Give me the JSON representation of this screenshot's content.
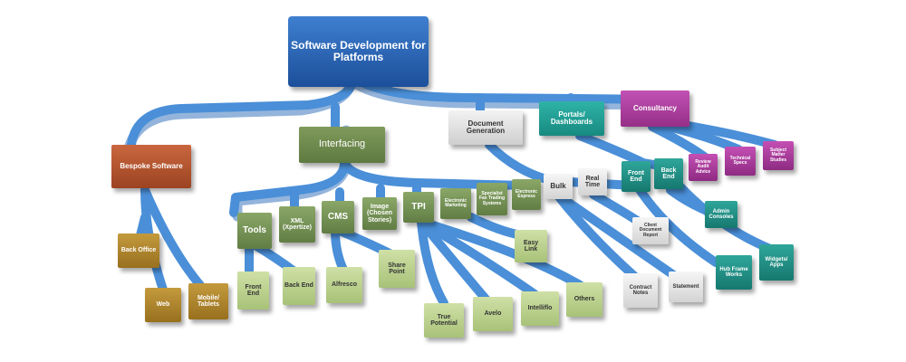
{
  "title": "Software Development for Platforms",
  "colors": {
    "connector": "#4a8fd8",
    "root": "#1f5aa8",
    "bespoke": "#b5562e",
    "interfacing": "#6f8a4e",
    "document": "#e6e6e6",
    "portals": "#1f9e95",
    "consultancy": "#b23fa3"
  },
  "level1": {
    "bespoke": "Bespoke Software",
    "interfacing": "Interfacing",
    "document": "Document Generation",
    "portals": "Portals/ Dashboards",
    "consultancy": "Consultancy"
  },
  "interfacing_items": {
    "tools": "Tools",
    "xml": "XML (Xpertize)",
    "cms": "CMS",
    "image": "Image (Chosen Stories)",
    "tpi": "TPI",
    "item5": "Electronic Marketing",
    "item6": "Specialist Fax Trading Systems",
    "item7": "Electronic Express"
  },
  "tools_items": {
    "front": "Front End",
    "back": "Back End"
  },
  "cms_items": {
    "alfresco": "Alfresco",
    "sharepoint": "Share Point"
  },
  "tpi_items": {
    "true_potential": "True Potential",
    "avelo": "Avelo",
    "intelliflo": "Intelliflo",
    "others": "Others"
  },
  "easy_link": "Easy Link",
  "bespoke_items": {
    "back_office": "Back Office",
    "web": "Web",
    "mobile": "Mobile/ Tablets"
  },
  "doc_items": {
    "bulk": "Bulk",
    "realtime": "Real Time",
    "client": "Client Document Report",
    "contract": "Contract Notes",
    "statement": "Statement"
  },
  "portal_items": {
    "front": "Front End",
    "back": "Back End",
    "admin": "Admin Consoles",
    "hub": "Hub Frame Works",
    "widgets": "Widgets/ Apps"
  },
  "consultancy_items": {
    "item1": "Review Audit Advice",
    "item2": "Technical Specs",
    "item3": "Subject Matter Studies"
  }
}
